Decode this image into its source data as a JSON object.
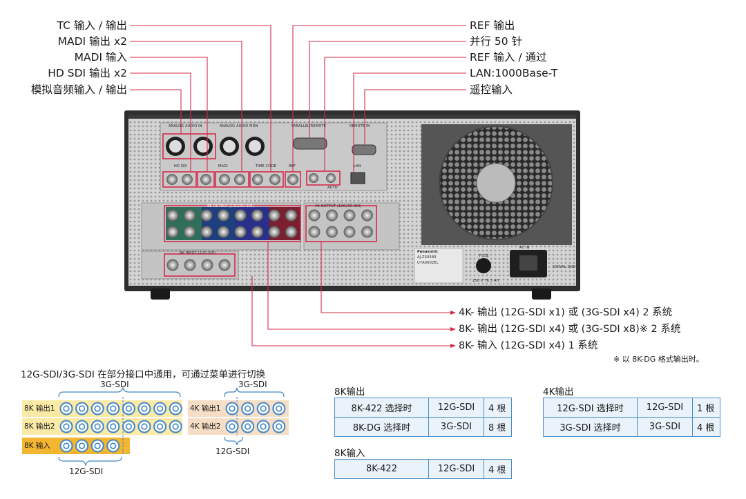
{
  "callouts_left": [
    "TC 输入 / 输出",
    "MADI 输出 x2",
    "MADI 输入",
    "HD SDI 输出 x2",
    "模拟音频输入 / 输出"
  ],
  "callouts_right": [
    "REF 输出",
    "并行 50 针",
    "REF 输入 / 通过",
    "LAN:1000Base-T",
    "遥控输入"
  ],
  "callouts_bottom": [
    "4K- 输出 (12G-SDI x1) 或 (3G-SDI x4)  2 系统",
    "8K- 输出 (12G-SDI x4) 或 (3G-SDI x8)※ 2 系统",
    "8K- 输入 (12G-SDI x4)  1 系统"
  ],
  "footnote": "※ 以 8K-DG 格式输出时。",
  "switch_caption": "12G-SDI/3G-SDI 在部分接口中通用，可通过菜单进行切换",
  "switch_diagram": {
    "brace_3g_8k": "3G-SDI",
    "brace_3g_4k": "3G-SDI",
    "brace_12g_4k": "12G-SDI",
    "brace_12g_8k": "12G-SDI",
    "rows_8k": [
      "8K 输出1",
      "8K 输出2",
      "8K 输入"
    ],
    "rows_4k": [
      "4K 输出1",
      "4K 输出2"
    ]
  },
  "table_8k_out": {
    "title": "8K输出",
    "rows": [
      [
        "8K-422 选择时",
        "12G-SDI",
        "4 根"
      ],
      [
        "8K-DG 选择时",
        "3G-SDI",
        "8 根"
      ]
    ]
  },
  "table_4k_out": {
    "title": "4K输出",
    "rows": [
      [
        "12G-SDI 选择时",
        "12G-SDI",
        "1 根"
      ],
      [
        "3G-SDI 选择时",
        "3G-SDI",
        "4 根"
      ]
    ]
  },
  "table_8k_in": {
    "title": "8K输入",
    "rows": [
      [
        "8K-422",
        "12G-SDI",
        "4 根"
      ]
    ]
  },
  "panel": {
    "analog_audio_in": "ANALOG AUDIO IN",
    "analog_audio_mon": "ANALOG AUDIO MON",
    "parallel_remote": "PARALLEL/REMOTE",
    "remote_in": "REMOTE IN",
    "hd_sdi": "HD SDI",
    "madi": "MADI",
    "time_code": "TIME CODE",
    "ref": "REF",
    "lan": "LAN",
    "out_8k": "8K OUTPUT (12G/3G-SDI)",
    "out_4k": "4K OUTPUT (12G/3G-SDI)",
    "in_8k": "8K INPUT (12G-SDI)",
    "brand": "Panasonic",
    "model": "AJ-ZS0580",
    "serial": "U7A0002EL",
    "ac_in": "AC IN",
    "fuse": "FUSE",
    "signal_gnd": "SIGNAL GND",
    "auto": "AUTO",
    "rating": "250 V  T6.3 AH"
  },
  "colors": {
    "callout_line": "#d42b4a",
    "table_border": "#4a8cc4",
    "table_fill": "#eaf3fb",
    "row_yellow": "#fbeaa6",
    "row_peach": "#f6ddc6",
    "row_orange": "#f4b531",
    "jack_blue": "#3f86c8"
  }
}
